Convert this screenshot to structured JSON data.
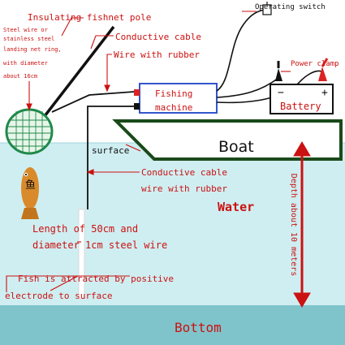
{
  "labels": {
    "pole": "Insulating fishnet pole",
    "conductive_cable_top": "Conductive cable",
    "wire_rubber_top": "Wire with rubber",
    "operating_switch": "Operating switch",
    "power_clamp": "Power clamp",
    "ring_desc": [
      "Steel wire or",
      "stainless steel",
      "landing net ring,",
      "with diameter",
      "about 16cm"
    ],
    "fishing_machine": [
      "Fishing",
      "machine"
    ],
    "battery": "Battery",
    "battery_minus": "−",
    "battery_plus": "+",
    "boat": "Boat",
    "surface": "surface",
    "conductive_cable_mid": "Conductive cable",
    "wire_rubber_mid": "wire with rubber",
    "fish_char": "鱼",
    "water": "Water",
    "depth": "Depth about 10 meters",
    "electrode_desc": [
      "Length of 50cm and",
      "diameter 1cm steel wire"
    ],
    "fish_attracted": [
      "Fish is attracted by positive",
      "electrode to surface"
    ],
    "bottom": "Bottom"
  },
  "colors": {
    "label_red": "#cc1111",
    "water": "#cfeef1",
    "bottom_band": "#7fc4cb",
    "boat_fill": "#ffffff",
    "machine_border": "#3355cc",
    "net_green": "#1f8a4a",
    "cable_black": "#111111",
    "pole_black": "#111111",
    "clamp_red": "#dd2222",
    "fish_orange": "#d98a2b"
  }
}
